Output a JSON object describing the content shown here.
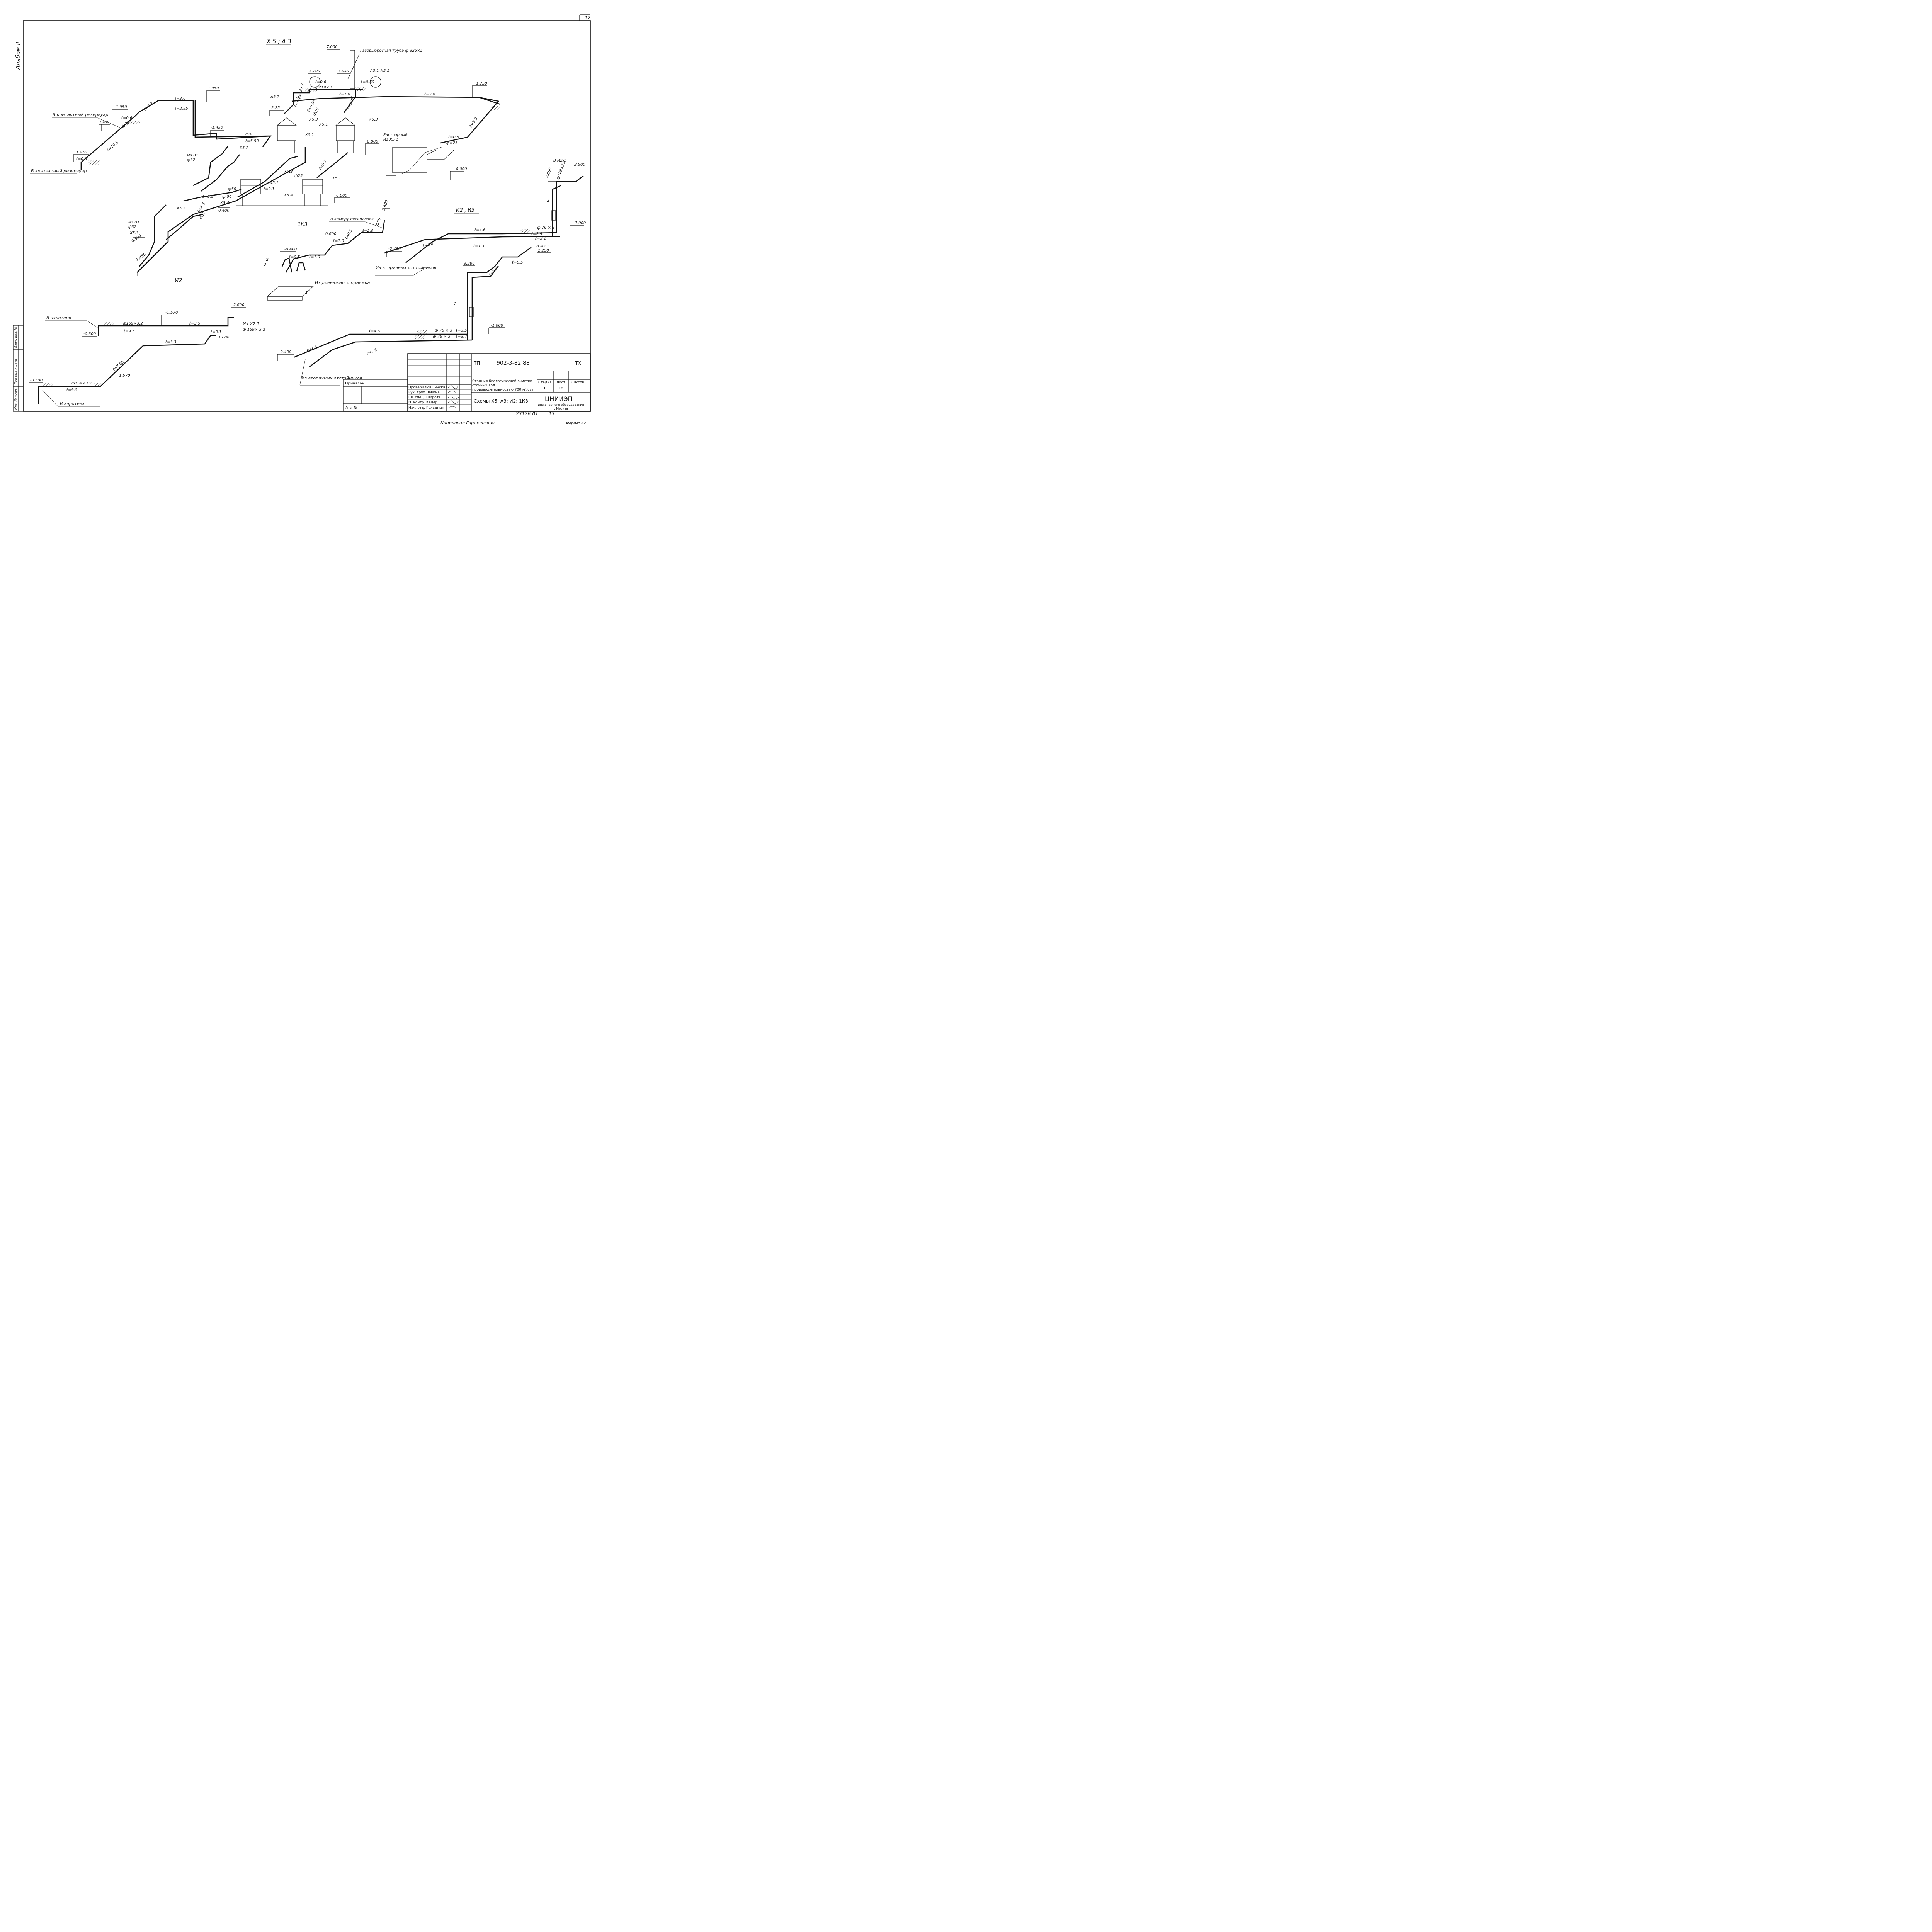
{
  "sheet": {
    "sheet_corner": "12",
    "album_label": "Альбом II",
    "side_stamp_fields": [
      "Инв. № подл.",
      "Подпись и дата",
      "Взам. инв. №"
    ],
    "bottom_note": "Копировал  Гордеевская",
    "format_note": "Формат А2"
  },
  "sections": {
    "x5_a3": "X 5 ; A 3",
    "i2": "И2",
    "ik3": "1К3",
    "i2_i3": "И2 , И3"
  },
  "labels": {
    "to_contact_tank": "В контактный резервуар",
    "gas_vent_pipe": "Газовыбросная труба ф 325×5",
    "solution": "Растворный",
    "from_x51": "Из X5.1",
    "to_sand_trap": "В камеру песколовок",
    "from_drain_pit": "Из дренажного приямка",
    "from_secondary_settlers": "Из вторичных отстойников",
    "to_aerotank": "В аэротенк",
    "from_i21": "Из И2.1",
    "to_i21": "В И2.1",
    "from_v1": "Из В1.",
    "phi159": "ф159×3.2",
    "phi159b": "ф 159× 3.2",
    "phi76": "ф 76 × 3",
    "phi108": "ф108×2.8"
  },
  "elevations": [
    "7.000",
    "3.200",
    "3.040",
    "1.950",
    "1.950",
    "1.950",
    "1.400",
    "-1.450",
    "1.750",
    "2.25",
    "0.800",
    "0.000",
    "0.400",
    "0.000",
    "0.600",
    "2.600",
    "-0.400",
    "-0.500",
    "-1.450",
    "2.600",
    "-1.570",
    "-0.300",
    "1.600",
    "1.570",
    "-0.300",
    "2.880",
    "2.500",
    "-1.000",
    "-2.400",
    "3.280",
    "2.250",
    "-1.000",
    "-2.400"
  ],
  "pipe_marks": {
    "x5_a3": [
      "ℓ=3.0",
      "ℓ=2.95",
      "ℓ=0.7",
      "ℓ=0.6",
      "ℓ=10.5",
      "ф 32",
      "ℓ=0.6",
      "ф32",
      "ℓ=5.50",
      "ℓ=0.6",
      "ℓ=0.5",
      "ℓ=0.60",
      "ф219×3",
      "ℓ=1.8",
      "ℓ=3.0",
      "ф273×3",
      "ℓ=1.5",
      "ℓ=0.35",
      "ф25",
      "ℓ=1.50",
      "ℓ=3.3",
      "ℓ=0.5",
      "ф=25",
      "ℓ=0.7",
      "ℓ=2.1",
      "ф50",
      "ℓ=0.5",
      "ф 50",
      "ф25",
      "ℓ=2.5",
      "ф32"
    ],
    "i2": [
      "ℓ=9.5",
      "ℓ=3.5",
      "ℓ=0.1",
      "ℓ=3.3",
      "ℓ=7.00",
      "ℓ=9.5"
    ],
    "ik3": [
      "ℓ=2.0",
      "ℓ=0.5",
      "ℓ=1.0",
      "ℓ=0.5",
      "ф50",
      "ℓ=1.0"
    ],
    "i2_i3": [
      "ℓ=4.6",
      "ℓ=2.9",
      "ℓ=3.1",
      "ℓ=1.8",
      "ℓ=1.3",
      "ℓ=5.0",
      "ℓ=0.5",
      "ℓ=4.6",
      "ℓ=3.5",
      "ℓ=3.7",
      "ℓ=1.8",
      "ℓ=1.8"
    ]
  },
  "equipment": [
    "X5.1",
    "X5.1",
    "X5.1",
    "X5.1",
    "X5.3",
    "X5.3",
    "X5.3",
    "X5.4",
    "X5.4",
    "X5.2",
    "X5.2",
    "X5.3",
    "A3.1",
    "A3.1",
    "X5.1",
    "В И2.1",
    "В И2.1"
  ],
  "callouts": [
    "1",
    "2",
    "3",
    "2",
    "2"
  ],
  "title_block": {
    "doc_code": "ТП",
    "doc_number": "902-3-82.88",
    "doc_mark": "ТХ",
    "project_title": "Станция биологической очистки сточных вод производительностью 700 м³/сут",
    "sheet_title": "Схемы X5; A3; И2; 1К3",
    "stage_label": "Стадия",
    "sheet_label": "Лист",
    "sheets_label": "Листов",
    "stage": "Р",
    "sheet_no": "10",
    "sheets_total": "",
    "org_name": "ЦНИИЭП",
    "org_sub": "инженерного оборудования",
    "org_city": "г. Москва",
    "attached": "Привязан",
    "inv_label": "Инв. №",
    "archive_no": "23126-01",
    "archive_sheet": "13",
    "roles": [
      {
        "role": "Проверил",
        "name": "Машинская"
      },
      {
        "role": "Рук. груп.",
        "name": "Левина"
      },
      {
        "role": "Гл. спец.",
        "name": "Широта"
      },
      {
        "role": "Н. контр.",
        "name": "Кацер"
      },
      {
        "role": "Нач. отд.",
        "name": "Гольдман"
      }
    ]
  },
  "colors": {
    "ink": "#111111",
    "paper": "#ffffff"
  }
}
